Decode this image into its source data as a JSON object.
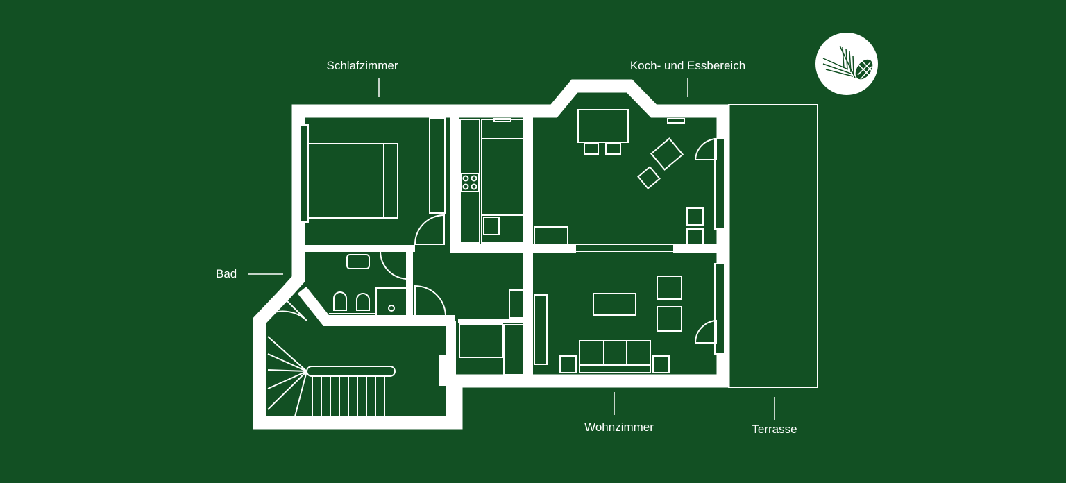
{
  "title": "Floor plan",
  "colors": {
    "background": "#125023",
    "lines": "#ffffff"
  },
  "rooms": {
    "schlafzimmer": "Schlafzimmer",
    "koch_essbereich": "Koch- und Essbereich",
    "bad": "Bad",
    "wohnzimmer": "Wohnzimmer",
    "terrasse": "Terrasse"
  },
  "logo": {
    "icon": "pine-branch-cone-icon"
  }
}
